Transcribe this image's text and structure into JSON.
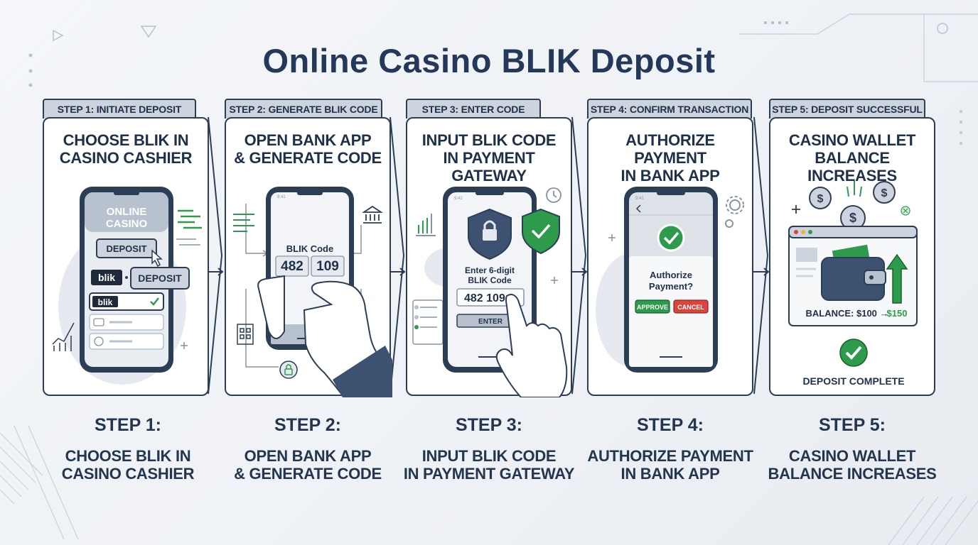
{
  "title": "Online Casino BLIK Deposit",
  "steps": [
    {
      "tab": "STEP 1: INITIATE DEPOSIT",
      "title": [
        "CHOOSE BLIK IN",
        "CASINO CASHIER"
      ],
      "caption_step": "STEP 1:",
      "caption": [
        "CHOOSE BLIK IN",
        "CASINO CASHIER"
      ],
      "screen": {
        "heading": [
          "ONLINE",
          "CASINO"
        ],
        "deposit_button": "DEPOSIT",
        "blik_logo": "blik",
        "blik_deposit": "DEPOSIT",
        "blik_option": "blik"
      }
    },
    {
      "tab": "STEP 2: GENERATE BLIK CODE",
      "title": [
        "OPEN BANK APP",
        "& GENERATE CODE"
      ],
      "caption_step": "STEP 2:",
      "caption": [
        "OPEN BANK APP",
        "& GENERATE CODE"
      ],
      "screen": {
        "status_time": "9:41",
        "code_label": "BLIK Code",
        "code_part1": "482",
        "code_part2": "109"
      }
    },
    {
      "tab": "STEP 3: ENTER CODE",
      "title": [
        "INPUT BLIK CODE",
        "IN PAYMENT GATEWAY"
      ],
      "caption_step": "STEP 3:",
      "caption": [
        "INPUT BLIK CODE",
        "IN PAYMENT GATEWAY"
      ],
      "screen": {
        "status_time": "9:41",
        "prompt": [
          "Enter 6-digit",
          "BLIK Code"
        ],
        "code_value": "482 109",
        "enter_button": "ENTER"
      }
    },
    {
      "tab": "STEP 4: CONFIRM TRANSACTION",
      "title": [
        "AUTHORIZE PAYMENT",
        "IN BANK APP"
      ],
      "caption_step": "STEP 4:",
      "caption": [
        "AUTHORIZE PAYMENT",
        "IN BANK APP"
      ],
      "screen": {
        "status_time": "9:41",
        "prompt": [
          "Authorize",
          "Payment?"
        ],
        "approve": "APPROVE",
        "cancel": "CANCEL"
      }
    },
    {
      "tab": "STEP 5: DEPOSIT SUCCESSFUL",
      "title": [
        "CASINO WALLET",
        "BALANCE INCREASES"
      ],
      "caption_step": "STEP 5:",
      "caption": [
        "CASINO WALLET",
        "BALANCE INCREASES"
      ],
      "screen": {
        "balance_label": "BALANCE: $100 →",
        "balance_new": "$150",
        "complete": "DEPOSIT COMPLETE"
      }
    }
  ],
  "colors": {
    "navy": "#24385a",
    "outline": "#2c3e56",
    "tab_bg": "#cdd4de",
    "green": "#2e9a4c",
    "red": "#d8453c",
    "screen": "#f2f4f7"
  }
}
